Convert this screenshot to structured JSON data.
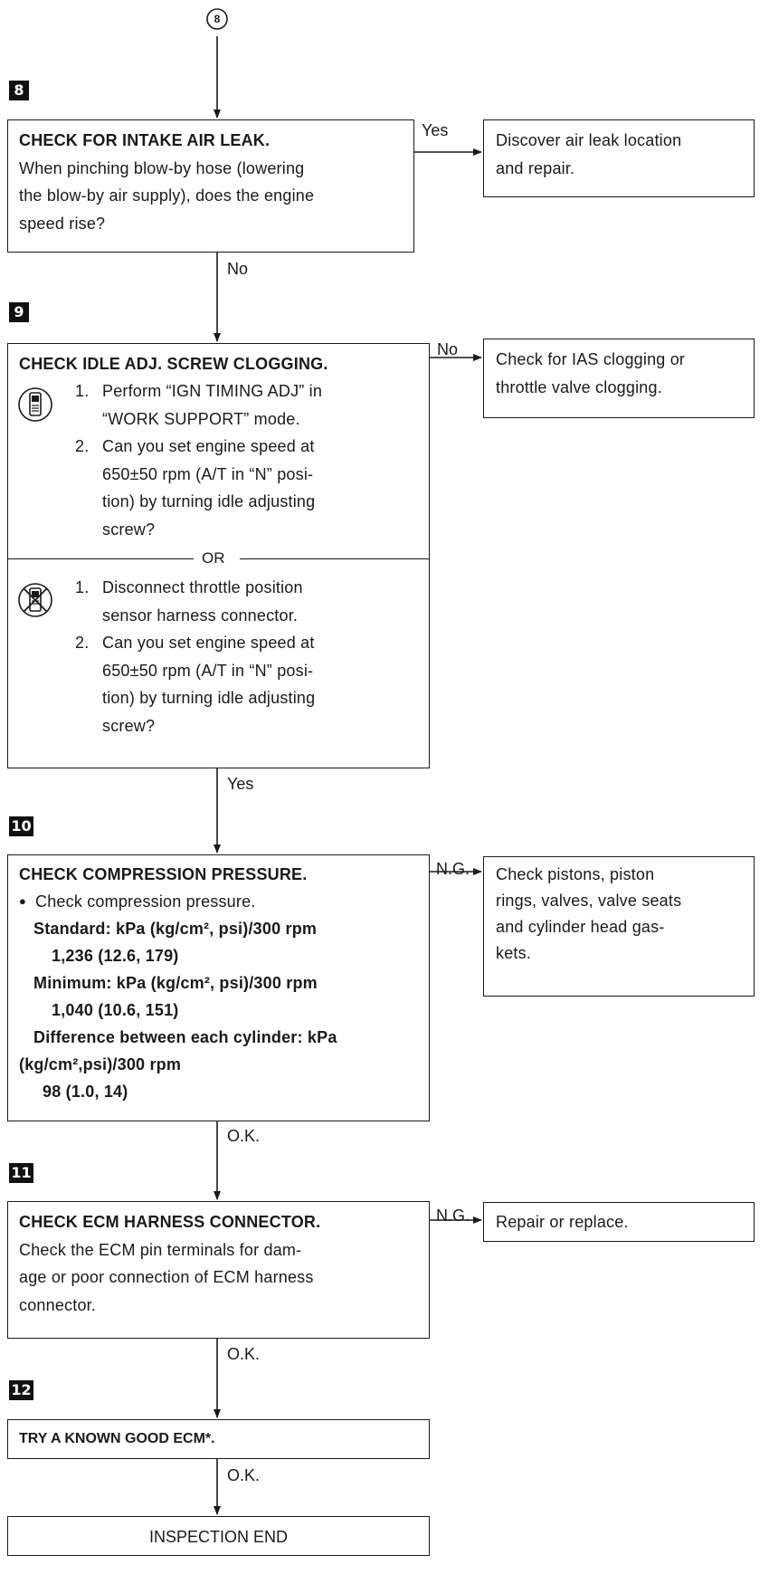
{
  "header": {
    "title_fragment": "",
    "title_suffix": ""
  },
  "connector_top": "8",
  "steps": {
    "s8": {
      "number": "8",
      "title": "CHECK FOR INTAKE AIR LEAK.",
      "body": [
        "When pinching blow-by hose (lowering",
        "the blow-by air supply), does the engine",
        "speed rise?"
      ],
      "yes_label": "Yes",
      "yes_action": [
        "Discover air leak location",
        "and repair."
      ],
      "no_label": "No"
    },
    "s9": {
      "number": "9",
      "title": "CHECK IDLE ADJ. SCREW CLOGGING.",
      "with_consult": [
        {
          "n": "1.",
          "lines": [
            "Perform “IGN TIMING ADJ” in",
            "“WORK SUPPORT” mode."
          ]
        },
        {
          "n": "2.",
          "lines": [
            "Can you set engine speed at",
            "650±50 rpm (A/T in “N” posi-",
            "tion) by turning idle adjusting",
            "screw?"
          ]
        }
      ],
      "or_label": "OR",
      "without_consult": [
        {
          "n": "1.",
          "lines": [
            "Disconnect throttle position",
            "sensor harness connector."
          ]
        },
        {
          "n": "2.",
          "lines": [
            "Can you set engine speed at",
            "650±50 rpm (A/T in “N” posi-",
            "tion) by turning idle adjusting",
            "screw?"
          ]
        }
      ],
      "no_label": "No",
      "no_action": [
        "Check for IAS clogging or",
        "throttle valve clogging."
      ],
      "yes_label": "Yes"
    },
    "s10": {
      "number": "10",
      "title": "CHECK COMPRESSION PRESSURE.",
      "bullet": "Check compression pressure.",
      "spec_lines": [
        "Standard: kPa (kg/cm², psi)/300 rpm",
        "1,236 (12.6, 179)",
        "Minimum: kPa (kg/cm², psi)/300 rpm",
        "1,040 (10.6, 151)",
        "Difference between each cylinder: kPa",
        "(kg/cm²,psi)/300 rpm",
        "98 (1.0, 14)"
      ],
      "ng_label": "N.G.",
      "ng_action": [
        "Check pistons, piston",
        "rings, valves, valve seats",
        "and cylinder head gas-",
        "kets."
      ],
      "ok_label": "O.K."
    },
    "s11": {
      "number": "11",
      "title": "CHECK ECM HARNESS CONNECTOR.",
      "body": [
        "Check the ECM pin terminals for dam-",
        "age or poor connection of ECM harness",
        "connector."
      ],
      "ng_label": "N.G.",
      "ng_action": [
        "Repair or replace."
      ],
      "ok_label": "O.K."
    },
    "s12": {
      "number": "12",
      "title": "TRY A KNOWN GOOD ECM*.",
      "ok_label": "O.K."
    },
    "end": {
      "label": "INSPECTION END"
    }
  },
  "icons": {
    "consult": "consult-tester-icon",
    "no_consult": "no-consult-tester-icon"
  }
}
